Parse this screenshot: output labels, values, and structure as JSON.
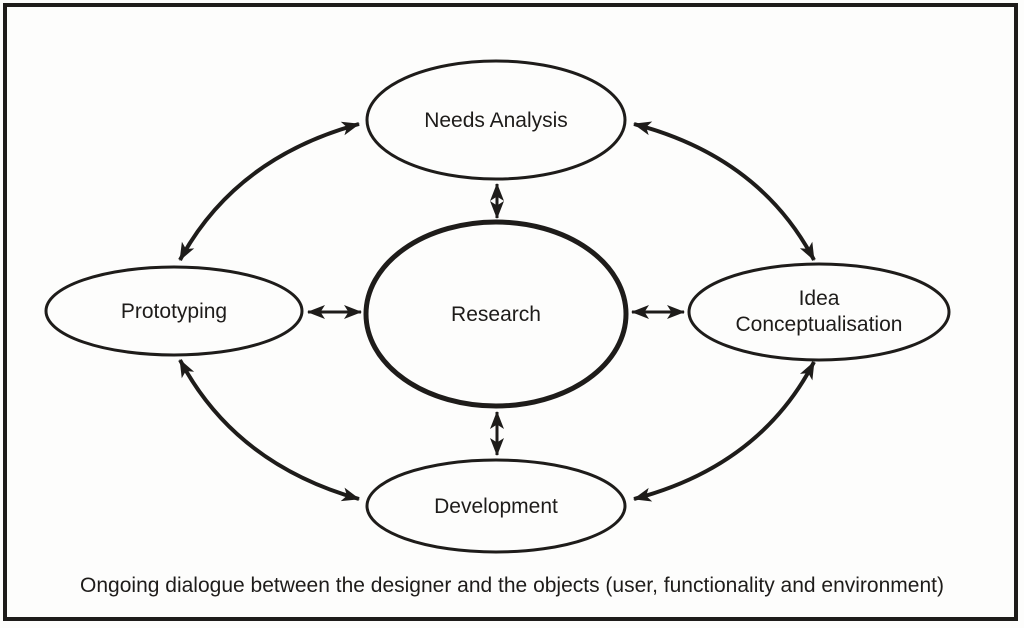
{
  "figure": {
    "caption": "Ongoing dialogue between the designer and the objects (user, functionality and environment)"
  },
  "nodes": {
    "needs_analysis": {
      "label": "Needs Analysis"
    },
    "prototyping": {
      "label": "Prototyping"
    },
    "research": {
      "label": "Research"
    },
    "idea_conceptualisation": {
      "label": "Idea Conceptualisation",
      "lines": [
        "Idea",
        "Conceptualisation"
      ]
    },
    "development": {
      "label": "Development"
    }
  },
  "connections": [
    {
      "from": "Prototyping",
      "to": "Needs Analysis",
      "style": "curved",
      "bidirectional": true
    },
    {
      "from": "Needs Analysis",
      "to": "Idea Conceptualisation",
      "style": "curved",
      "bidirectional": true
    },
    {
      "from": "Prototyping",
      "to": "Development",
      "style": "curved",
      "bidirectional": true
    },
    {
      "from": "Development",
      "to": "Idea Conceptualisation",
      "style": "curved",
      "bidirectional": true
    },
    {
      "from": "Research",
      "to": "Needs Analysis",
      "style": "straight",
      "bidirectional": true
    },
    {
      "from": "Research",
      "to": "Prototyping",
      "style": "straight",
      "bidirectional": true
    },
    {
      "from": "Research",
      "to": "Idea Conceptualisation",
      "style": "straight",
      "bidirectional": true
    },
    {
      "from": "Research",
      "to": "Development",
      "style": "straight",
      "bidirectional": true
    }
  ],
  "colors": {
    "ink": "#1e1c1a",
    "background": "#fdfdfc"
  }
}
